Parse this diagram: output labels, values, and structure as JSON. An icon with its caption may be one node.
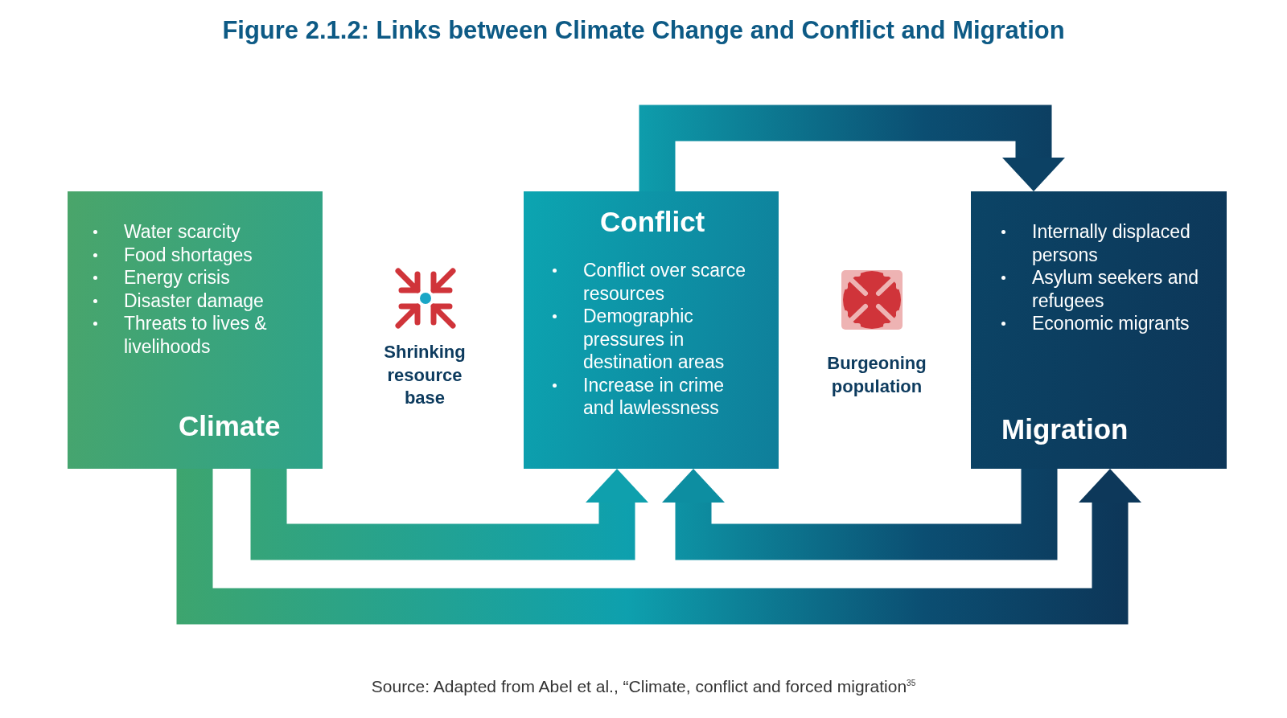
{
  "diagram": {
    "title": "Figure 2.1.2: Links between Climate Change and Conflict and Migration",
    "caption": "Source: Adapted from Abel et al., “Climate, conflict and forced migration$^{35}$",
    "nodes": [
      {
        "text": [
          "Water scarcity",
          "Food shortages",
          "Energy crisis",
          "Disaster damage",
          "Threats to lives & livelihoods",
          "Climate"
        ]
      },
      {
        "text": [
          "Conflict",
          "Conflict over scarce resources",
          "Demographic pressures in destination areas",
          "Increase in crime and lawlessness"
        ]
      },
      {
        "text": [
          "Internally displaced persons",
          "Asylum seekers and refugees",
          "Economic migrants",
          "Migration"
        ]
      }
    ],
    "edges": [
      {
        "from": 1,
        "to": 2,
        "arrow": "to"
      },
      {
        "from": 0,
        "to": 1,
        "arrow": "to"
      },
      {
        "from": 2,
        "to": 1,
        "arrow": "to"
      },
      {
        "from": 0,
        "to": 2,
        "arrow": "to"
      }
    ],
    "labels": [
      "Shrinking resource base",
      "Burgeoning population"
    ]
  }
}
